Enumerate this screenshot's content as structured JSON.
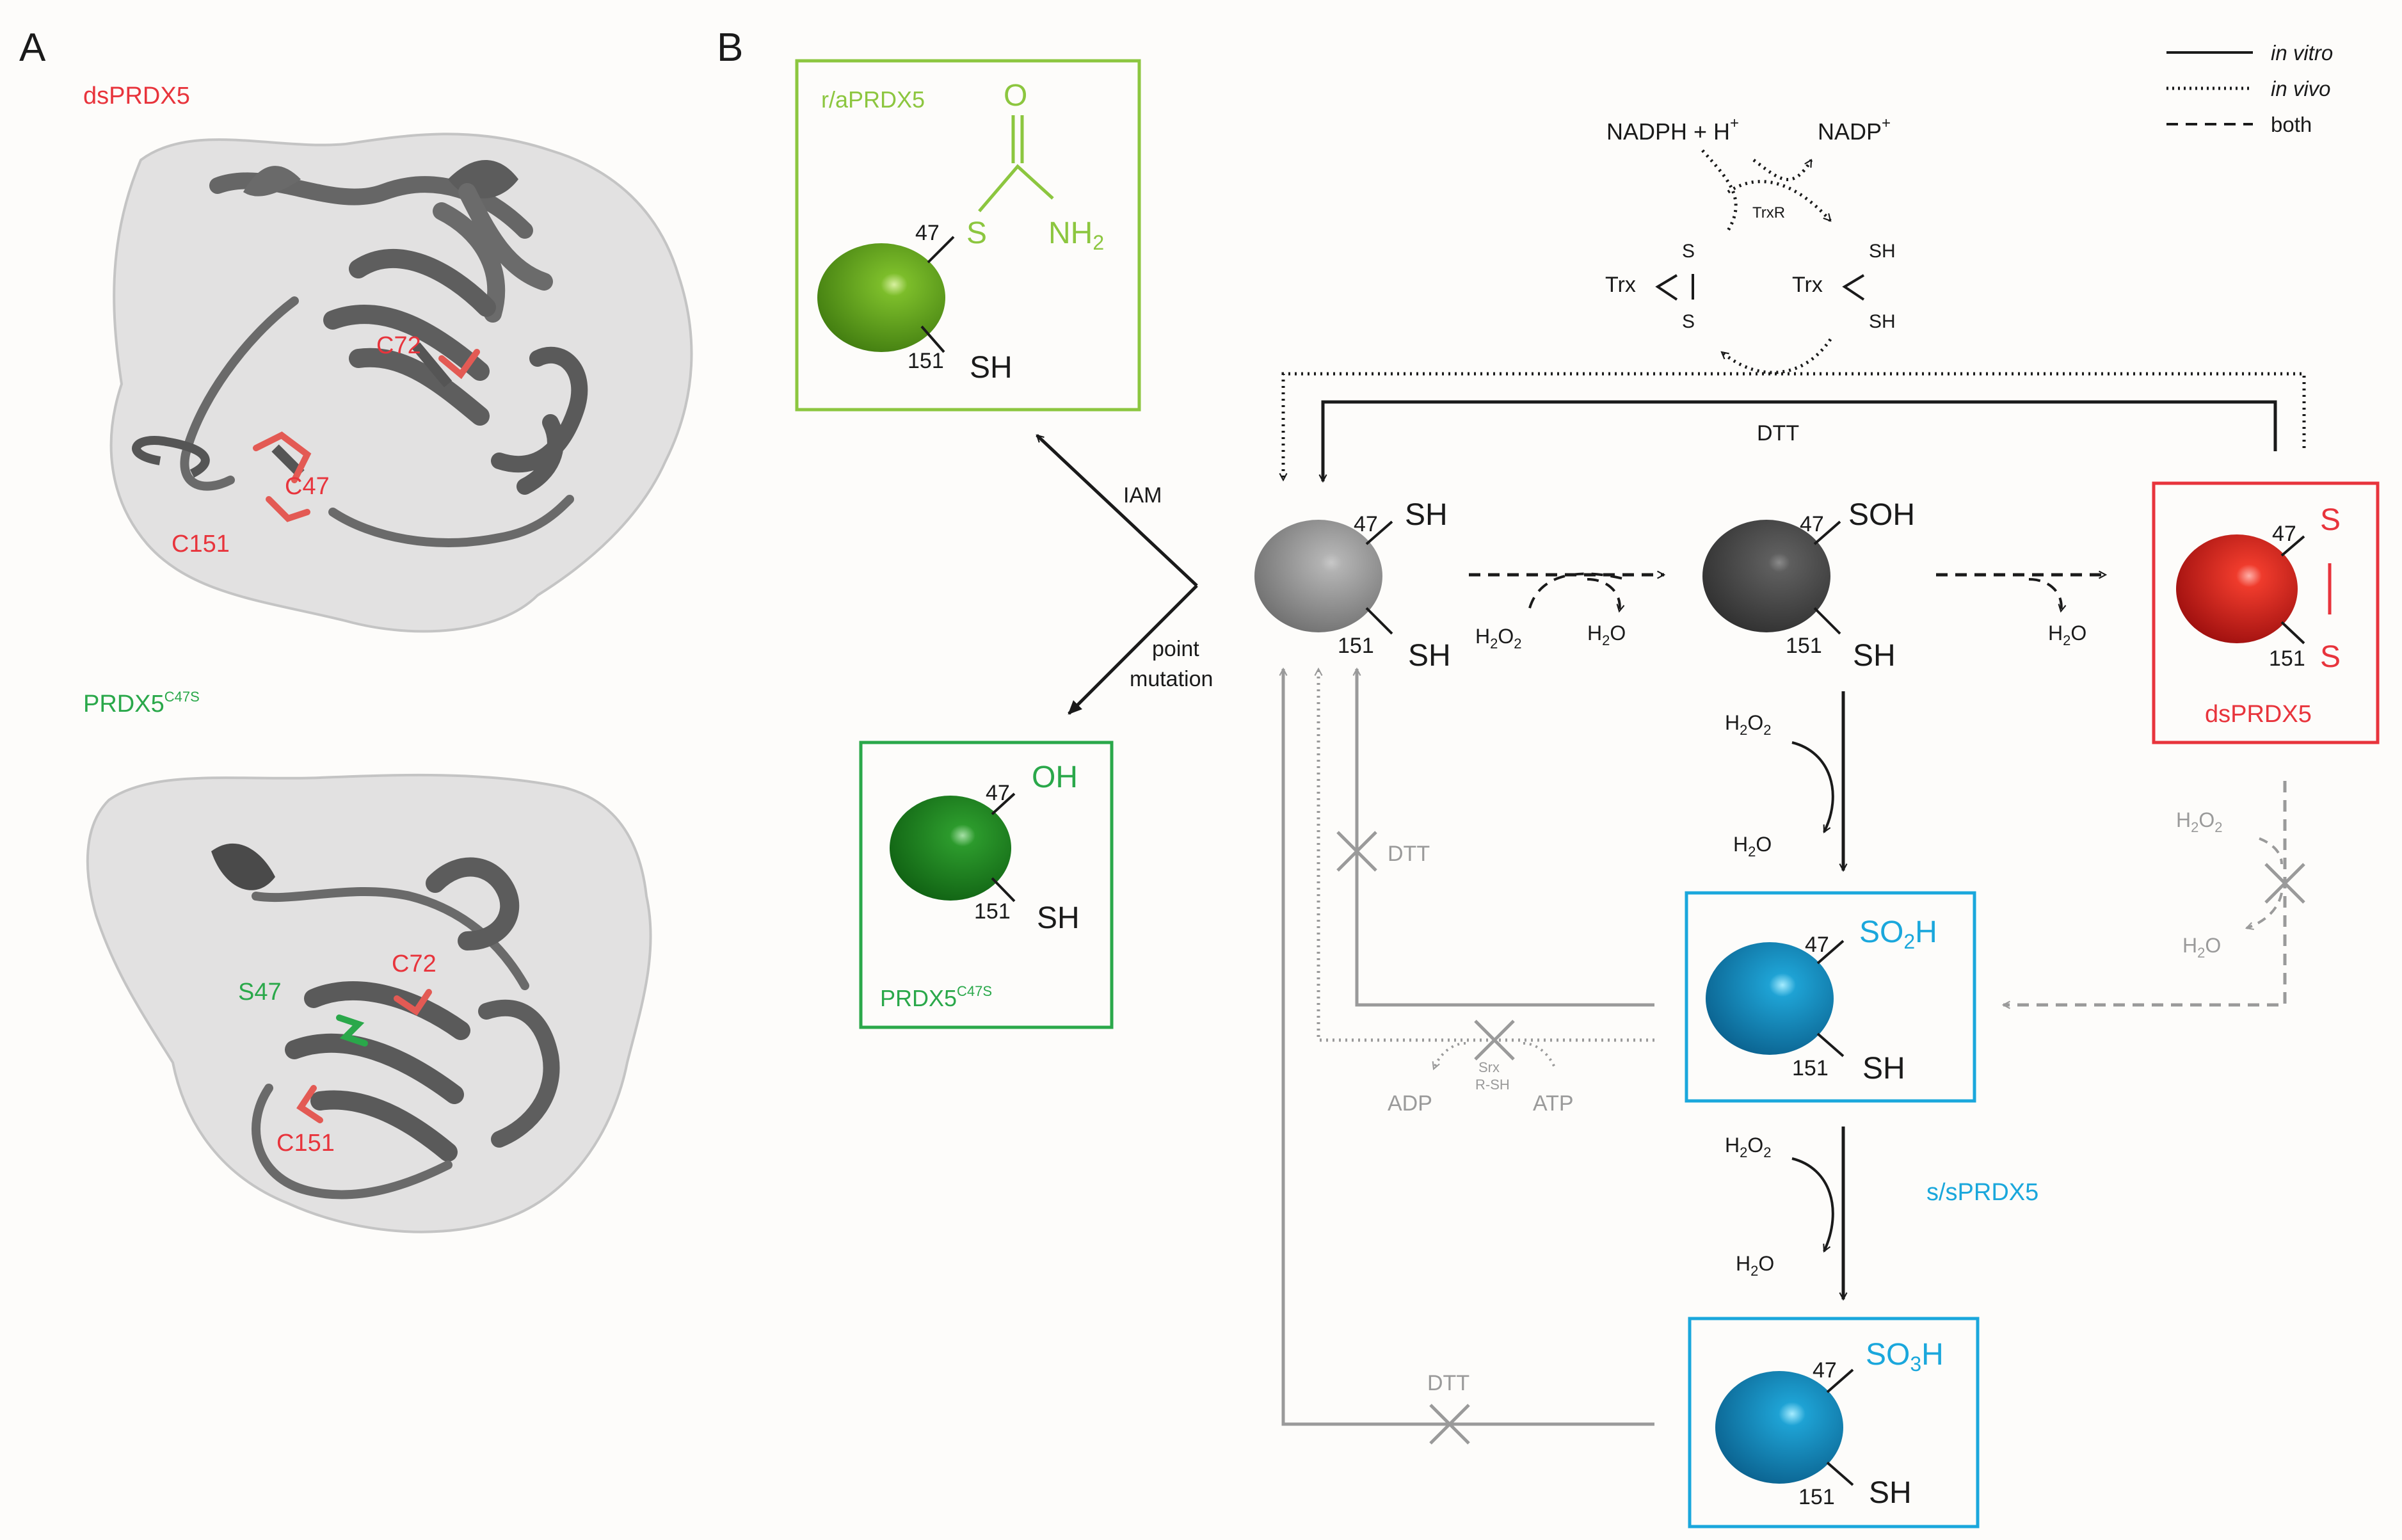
{
  "panels": {
    "a": "A",
    "b": "B"
  },
  "colors": {
    "black": "#1a1a1a",
    "gray": "#9a9a9a",
    "red": "#e8343c",
    "green_light": "#8cc63f",
    "green_dark": "#2aa84a",
    "blue": "#1aa7dc"
  },
  "panel_a": {
    "top_title": "dsPRDX5",
    "top_labels": {
      "c72": "C72",
      "c47": "C47",
      "c151": "C151"
    },
    "bottom_title_main": "PRDX5",
    "bottom_title_sup": "C47S",
    "bottom_labels": {
      "s47": "S47",
      "c72": "C72",
      "c151": "C151"
    }
  },
  "legend": {
    "solid": "in vitro",
    "dotted": "in vivo",
    "dashed": "both"
  },
  "trx_cycle": {
    "nadph": "NADPH + H",
    "plus": "+",
    "nadp": "NADP",
    "trxr": "TrxR",
    "trx": "Trx",
    "s": "S",
    "sh": "SH"
  },
  "reagents": {
    "dtt": "DTT",
    "iam": "IAM",
    "point": "point",
    "mutation": "mutation",
    "h2o2": "H2O2",
    "h2o": "H2O",
    "h": "H",
    "o": "O",
    "two": "2",
    "adp": "ADP",
    "atp": "ATP",
    "srx": "Srx",
    "rsh": "R-SH"
  },
  "residues": {
    "r47": "47",
    "r151": "151"
  },
  "groups": {
    "sh": "SH",
    "soh": "SOH",
    "oh": "OH",
    "s": "S",
    "so": "SO",
    "h": "H",
    "two": "2",
    "three": "3",
    "nh": "NH",
    "o": "O"
  },
  "forms": {
    "ra": "r/aPRDX5",
    "mut_main": "PRDX5",
    "mut_sup": "C47S",
    "ds": "dsPRDX5",
    "ss": "s/sPRDX5"
  }
}
